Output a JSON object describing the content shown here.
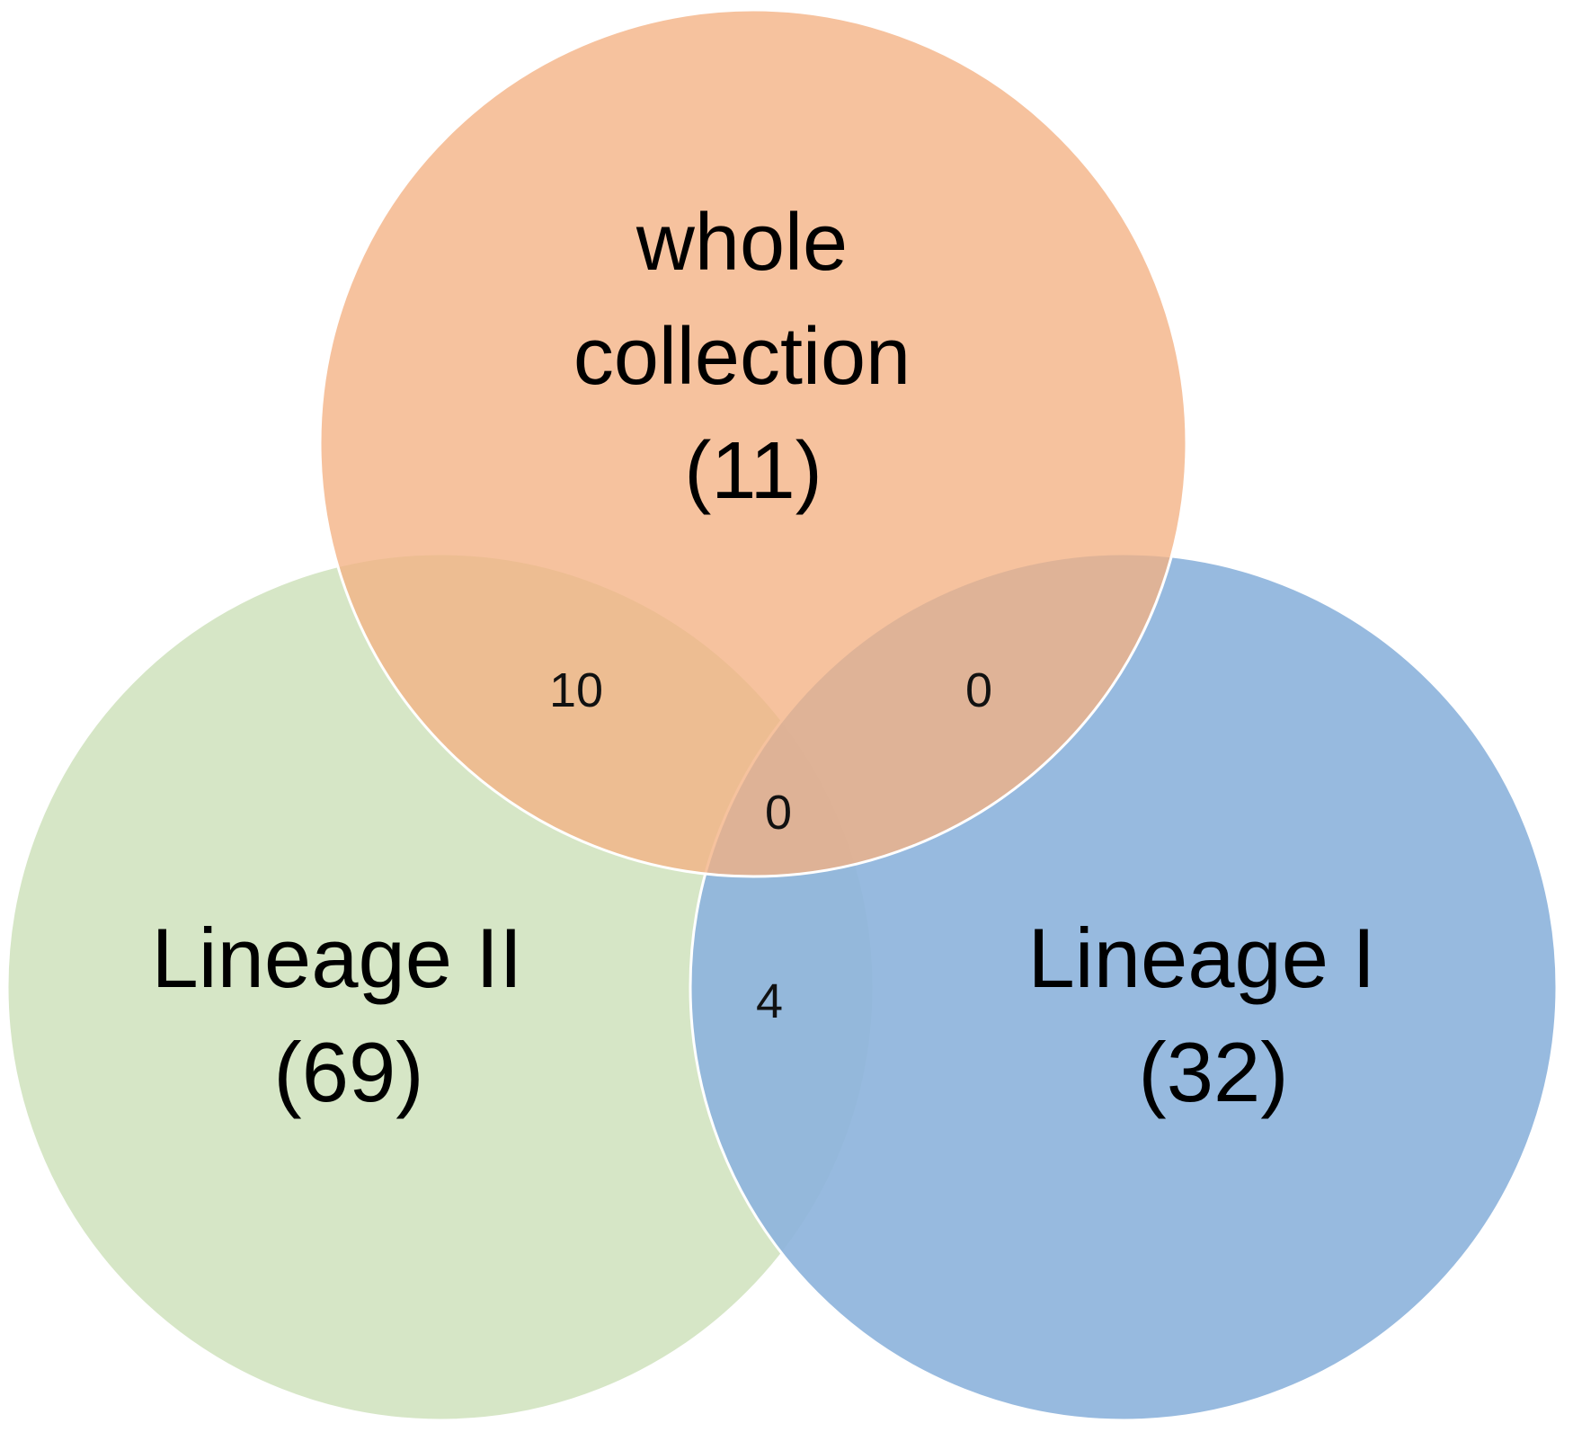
{
  "sets": [
    {
      "key": "whole",
      "lines": [
        "whole",
        "collection",
        "(11)"
      ],
      "count": 11,
      "color": "#f4b183"
    },
    {
      "key": "lineage_ii",
      "lines": [
        "Lineage II",
        "(69)"
      ],
      "count": 69,
      "color": "#d6e6c6"
    },
    {
      "key": "lineage_i",
      "lines": [
        "Lineage I",
        "(32)"
      ],
      "count": 32,
      "color": "#8eb4dc"
    }
  ],
  "intersections": {
    "whole_lineage_ii": "10",
    "whole_lineage_i": "0",
    "all_three": "0",
    "lineage_ii_lineage_i": "4"
  }
}
